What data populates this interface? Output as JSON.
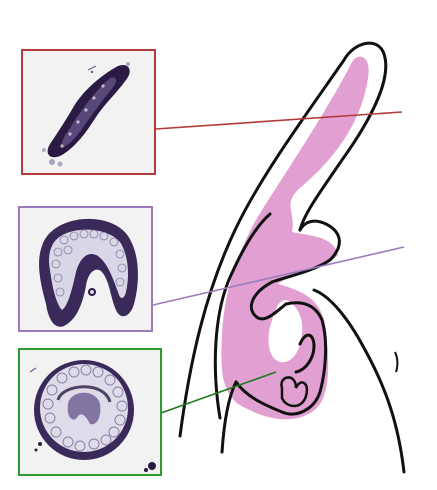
{
  "figure": {
    "panels": [
      {
        "id": "top",
        "frame_color": "#b23a3a",
        "line_color": "#b23a3a"
      },
      {
        "id": "middle",
        "frame_color": "#9b7bbd",
        "line_color": "#9b7bbd"
      },
      {
        "id": "bottom",
        "frame_color": "#2f9a2f",
        "line_color": "#1f7a1f"
      }
    ],
    "colors": {
      "highlight_fill": "#e2a0d2",
      "outline": "#111111",
      "tissue_dark": "#2b1b44",
      "tissue_mid": "#6a5b8f",
      "tissue_light": "#efeff6",
      "panel_bg": "#f2f2f2"
    }
  }
}
